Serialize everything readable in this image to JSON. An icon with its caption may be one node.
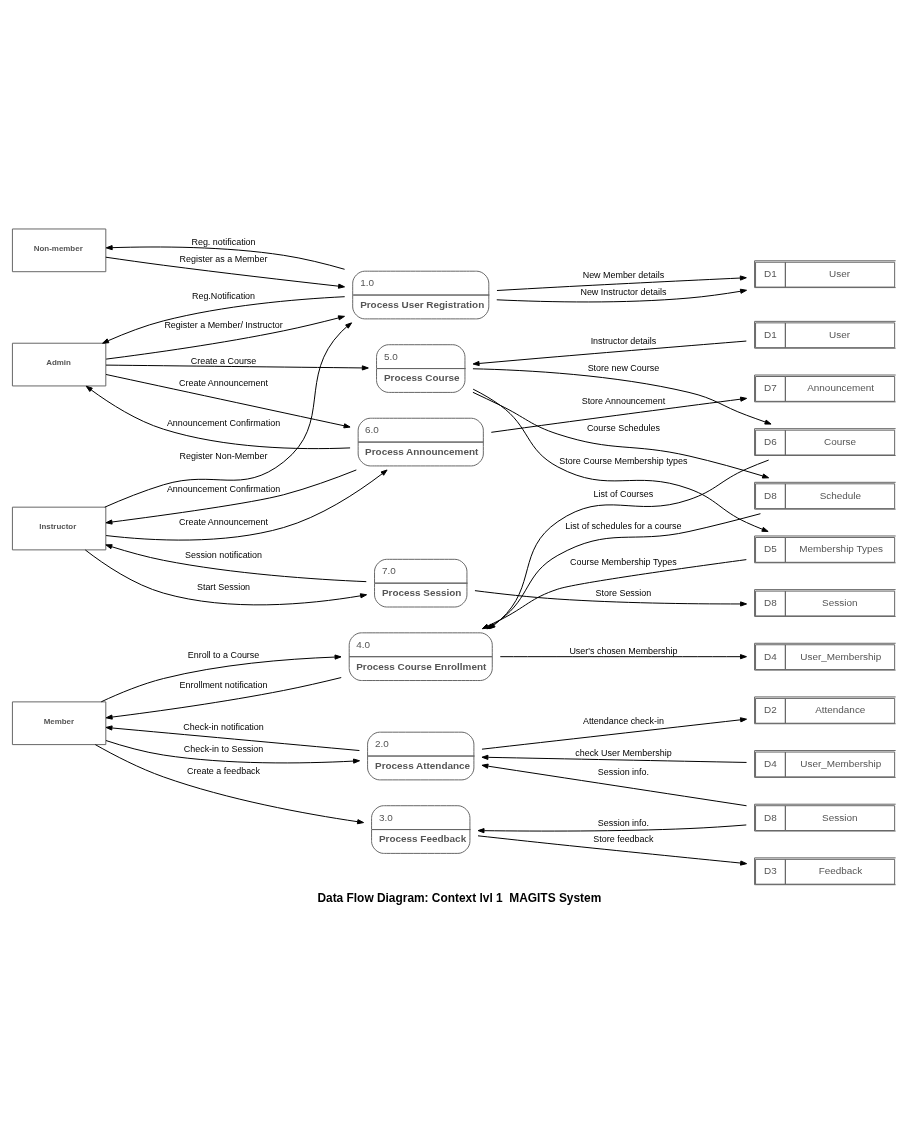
{
  "diagram": {
    "title": "Data Flow Diagram: Context lvl 1  MAGITS System",
    "nodes": [
      {
        "text": [
          "Non-member"
        ]
      },
      {
        "text": [
          "1.0",
          "Process User Registration"
        ]
      },
      {
        "text": [
          "D1",
          "User"
        ]
      },
      {
        "text": [
          "Member"
        ]
      },
      {
        "text": [
          "2.0",
          "Process Attendance"
        ]
      },
      {
        "text": [
          "D4",
          "User_Membership"
        ]
      },
      {
        "text": [
          "D2",
          "Attendance"
        ]
      },
      {
        "text": [
          "D8",
          "Session"
        ]
      },
      {
        "text": [
          "3.0",
          "Process Feedback"
        ]
      },
      {
        "text": [
          "D3",
          "Feedback"
        ]
      },
      {
        "text": [
          "4.0",
          "Process Course Enrollment"
        ]
      },
      {
        "text": [
          "D4",
          "User_Membership"
        ]
      },
      {
        "text": [
          "Admin"
        ]
      },
      {
        "text": [
          "5.0",
          "Process Course"
        ]
      },
      {
        "text": [
          "D5",
          "Membership Types"
        ]
      },
      {
        "text": [
          "D6",
          "Course"
        ]
      },
      {
        "text": [
          "D8",
          "Schedule"
        ]
      },
      {
        "text": [
          "D1",
          "User"
        ]
      },
      {
        "text": [
          "6.0",
          "Process Announcement"
        ]
      },
      {
        "text": [
          "D7",
          "Announcement"
        ]
      },
      {
        "text": [
          "Instructor"
        ]
      },
      {
        "text": [
          "7.0",
          "Process Session"
        ]
      },
      {
        "text": [
          "D8",
          "Session"
        ]
      }
    ],
    "edges": [
      {
        "from": 0,
        "to": 1,
        "arrow": "to",
        "label": "Register as a Member"
      },
      {
        "from": 1,
        "to": 0,
        "arrow": "to",
        "label": "Reg. notification"
      },
      {
        "from": 12,
        "to": 1,
        "arrow": "to",
        "label": "Register a Member/ Instructor"
      },
      {
        "from": 1,
        "to": 12,
        "arrow": "to",
        "label": "Reg.Notification"
      },
      {
        "from": 1,
        "to": 2,
        "arrow": "to",
        "label": "New Member details"
      },
      {
        "from": 1,
        "to": 2,
        "arrow": "to",
        "label": "New Instructor details"
      },
      {
        "from": 20,
        "to": 1,
        "arrow": "to",
        "label": "Register Non-Member"
      },
      {
        "from": 3,
        "to": 4,
        "arrow": "to",
        "label": "Check-in to Session"
      },
      {
        "from": 4,
        "to": 3,
        "arrow": "to",
        "label": "Check-in notification"
      },
      {
        "from": 5,
        "to": 4,
        "arrow": "to",
        "label": "check User Membership"
      },
      {
        "from": 4,
        "to": 6,
        "arrow": "to",
        "label": "Attendance check-in"
      },
      {
        "from": 7,
        "to": 4,
        "arrow": "to",
        "label": "Session info."
      },
      {
        "from": 7,
        "to": 8,
        "arrow": "to",
        "label": "Session info."
      },
      {
        "from": 3,
        "to": 8,
        "arrow": "to",
        "label": "Create a feedback"
      },
      {
        "from": 8,
        "to": 9,
        "arrow": "to",
        "label": "Store feedback"
      },
      {
        "from": 3,
        "to": 10,
        "arrow": "to",
        "label": "Enroll to a Course"
      },
      {
        "from": 10,
        "to": 3,
        "arrow": "to",
        "label": "Enrollment notification"
      },
      {
        "from": 16,
        "to": 10,
        "arrow": "to",
        "label": "List of schedules for a course"
      },
      {
        "from": 15,
        "to": 10,
        "arrow": "to",
        "label": "List of Courses"
      },
      {
        "from": 10,
        "to": 11,
        "arrow": "to",
        "label": "User's chosen Membership"
      },
      {
        "from": 14,
        "to": 10,
        "arrow": "to",
        "label": "Course Membership Types"
      },
      {
        "from": 12,
        "to": 13,
        "arrow": "to",
        "label": "Create a Course"
      },
      {
        "from": 13,
        "to": 14,
        "arrow": "to",
        "label": "Store Course Membership types"
      },
      {
        "from": 13,
        "to": 15,
        "arrow": "to",
        "label": "Store new Course"
      },
      {
        "from": 13,
        "to": 16,
        "arrow": "to",
        "label": "Course Schedules"
      },
      {
        "from": 17,
        "to": 13,
        "arrow": "to",
        "label": "Instructor details"
      },
      {
        "from": 18,
        "to": 12,
        "arrow": "to",
        "label": "Announcement Confirmation"
      },
      {
        "from": 12,
        "to": 18,
        "arrow": "to",
        "label": "Create Announcement"
      },
      {
        "from": 20,
        "to": 18,
        "arrow": "to",
        "label": "Create Announcement"
      },
      {
        "from": 18,
        "to": 19,
        "arrow": "to",
        "label": "Store Announcement"
      },
      {
        "from": 18,
        "to": 20,
        "arrow": "to",
        "label": "Announcement Confirmation"
      },
      {
        "from": 20,
        "to": 21,
        "arrow": "to",
        "label": "Start Session"
      },
      {
        "from": 21,
        "to": 20,
        "arrow": "to",
        "label": "Session notification"
      },
      {
        "from": 21,
        "to": 22,
        "arrow": "to",
        "label": "Store Session"
      }
    ]
  }
}
